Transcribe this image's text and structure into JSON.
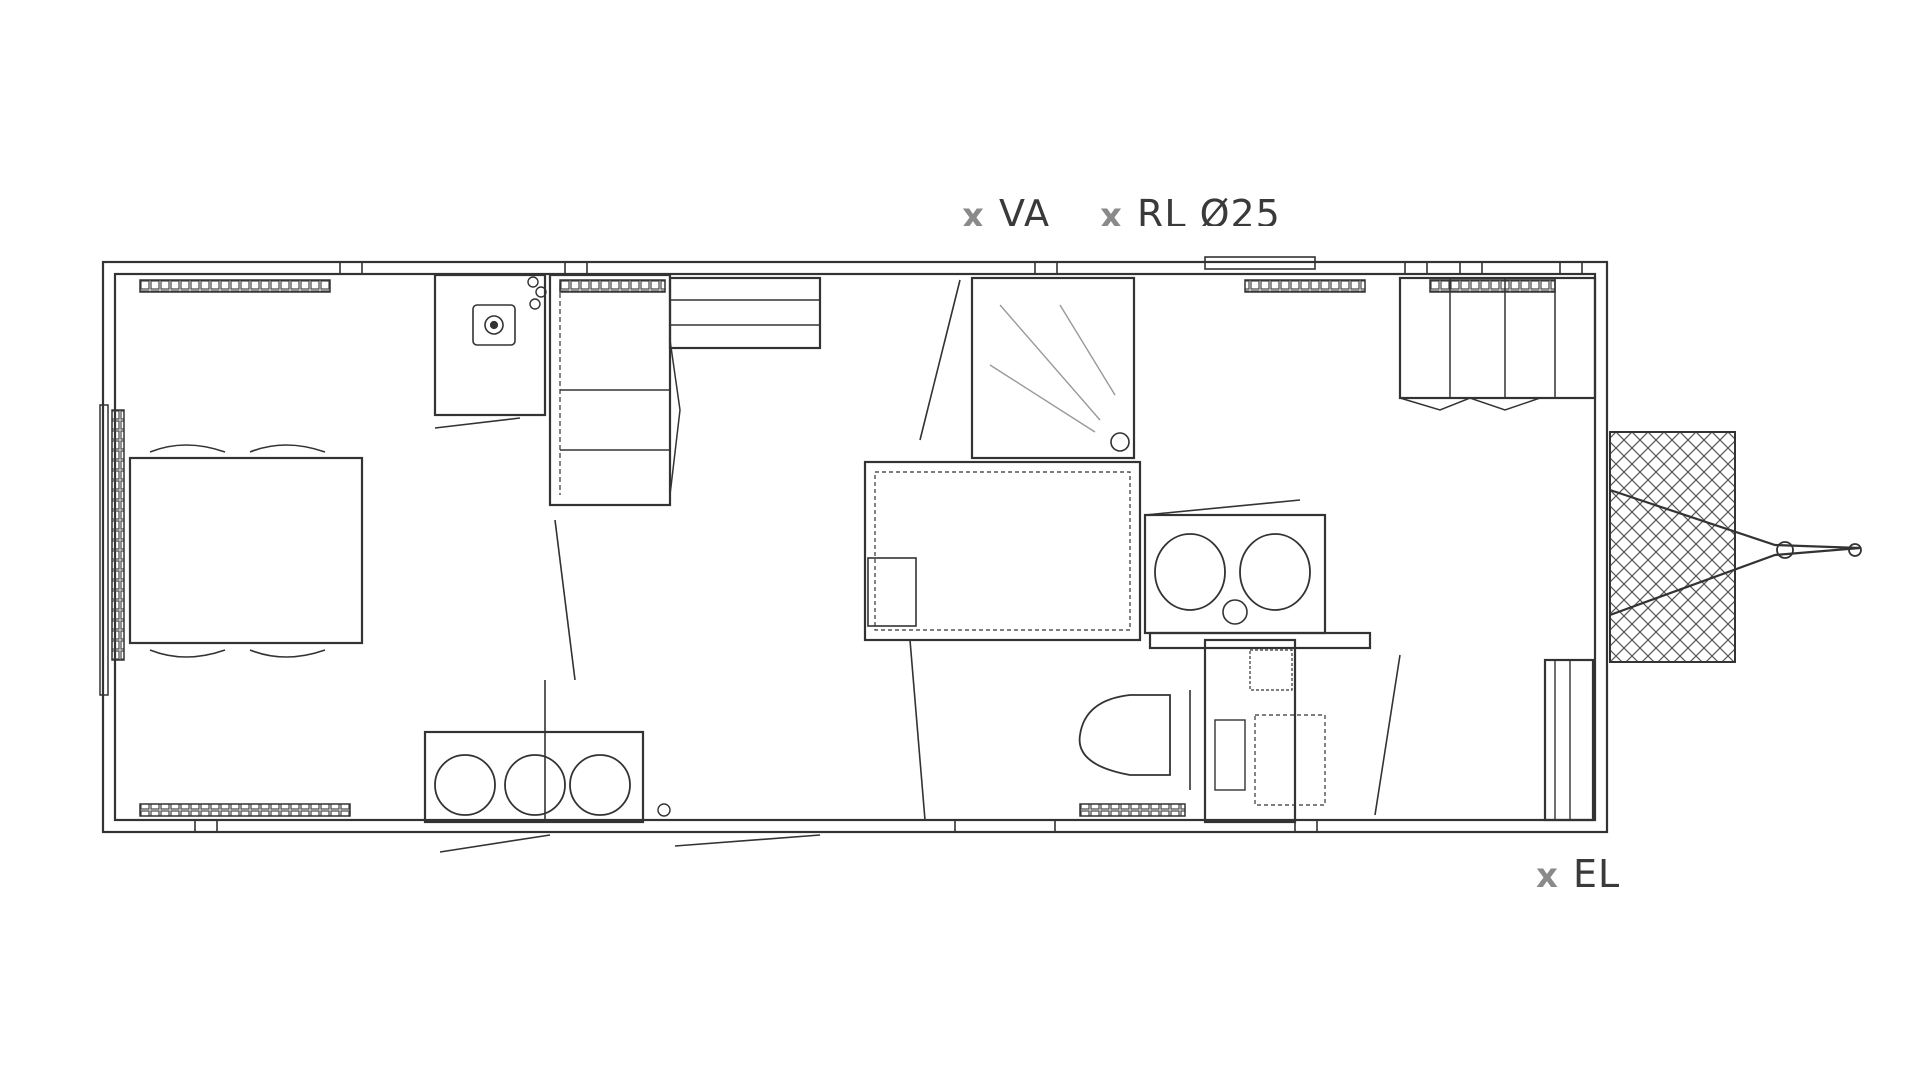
{
  "labels": {
    "va": {
      "marker": "x",
      "text": "VA"
    },
    "rl": {
      "marker": "x",
      "text": "RL Ø25"
    },
    "el": {
      "marker": "x",
      "text": "EL"
    }
  },
  "colors": {
    "line": "#333333",
    "hatch": "#555555",
    "marker": "#8a8a8a"
  }
}
